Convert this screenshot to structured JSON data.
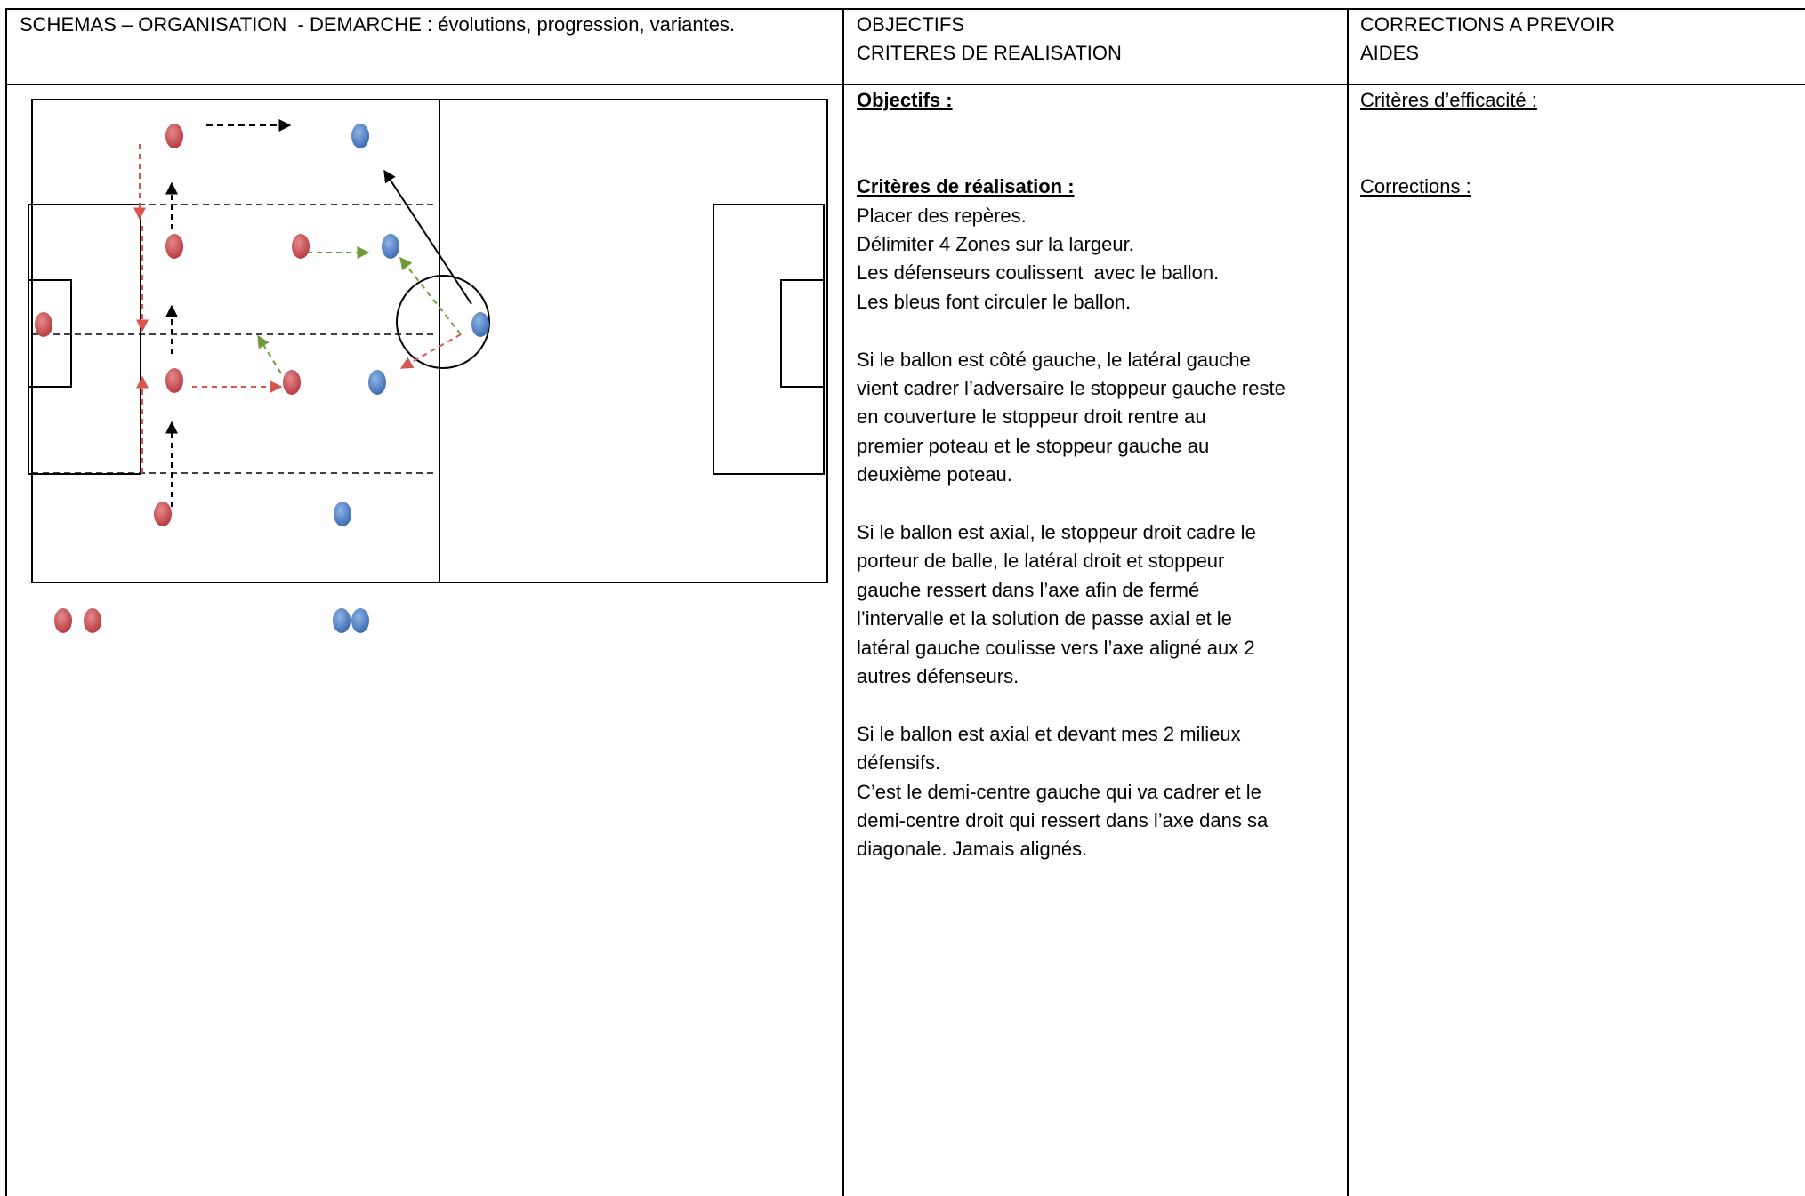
{
  "header": {
    "col1": "SCHEMAS – ORGANISATION  - DEMARCHE : évolutions, progression, variantes.",
    "col2_line1": "OBJECTIFS",
    "col2_line2": "CRITERES DE REALISATION",
    "col3_line1": "CORRECTIONS A PREVOIR",
    "col3_line2": "AIDES"
  },
  "middle": {
    "objectifs_heading": "Objectifs :",
    "criteres_heading": "Critères de réalisation :",
    "criteres_lines": [
      "Placer des repères.",
      "Délimiter 4 Zones sur la largeur.",
      "Les défenseurs coulissent  avec le ballon.",
      "Les bleus font circuler le ballon."
    ],
    "para1_lines": [
      "Si le ballon est côté gauche, le latéral gauche",
      "vient cadrer l’adversaire le stoppeur gauche reste",
      "en couverture le stoppeur droit rentre au",
      "premier poteau et le stoppeur gauche au",
      "deuxième poteau."
    ],
    "para2_lines": [
      "Si le ballon est axial, le stoppeur droit cadre le",
      "porteur de balle, le latéral droit et stoppeur",
      "gauche ressert dans l’axe afin de fermé",
      "l’intervalle et la solution de passe axial et le",
      "latéral gauche coulisse vers l’axe aligné aux 2",
      "autres défenseurs."
    ],
    "para3_lines": [
      "Si le ballon est axial et devant mes 2 milieux",
      "défensifs.",
      "C’est le demi-centre gauche qui va cadrer et le",
      "demi-centre droit qui ressert dans l’axe dans sa",
      "diagonale. Jamais alignés."
    ]
  },
  "right": {
    "efficacite_heading": "Critères d’efficacité :",
    "corrections_heading": "Corrections :"
  },
  "colors": {
    "red_player": "#c9484d",
    "blue_player": "#4f7fc4",
    "red_arrow": "#d9534f",
    "green_arrow": "#6f9a3a",
    "black_arrow": "#000000"
  },
  "icons": {
    "red_player": "red-player-icon",
    "blue_player": "blue-player-icon",
    "ball_zone": "circle-zone-icon"
  }
}
